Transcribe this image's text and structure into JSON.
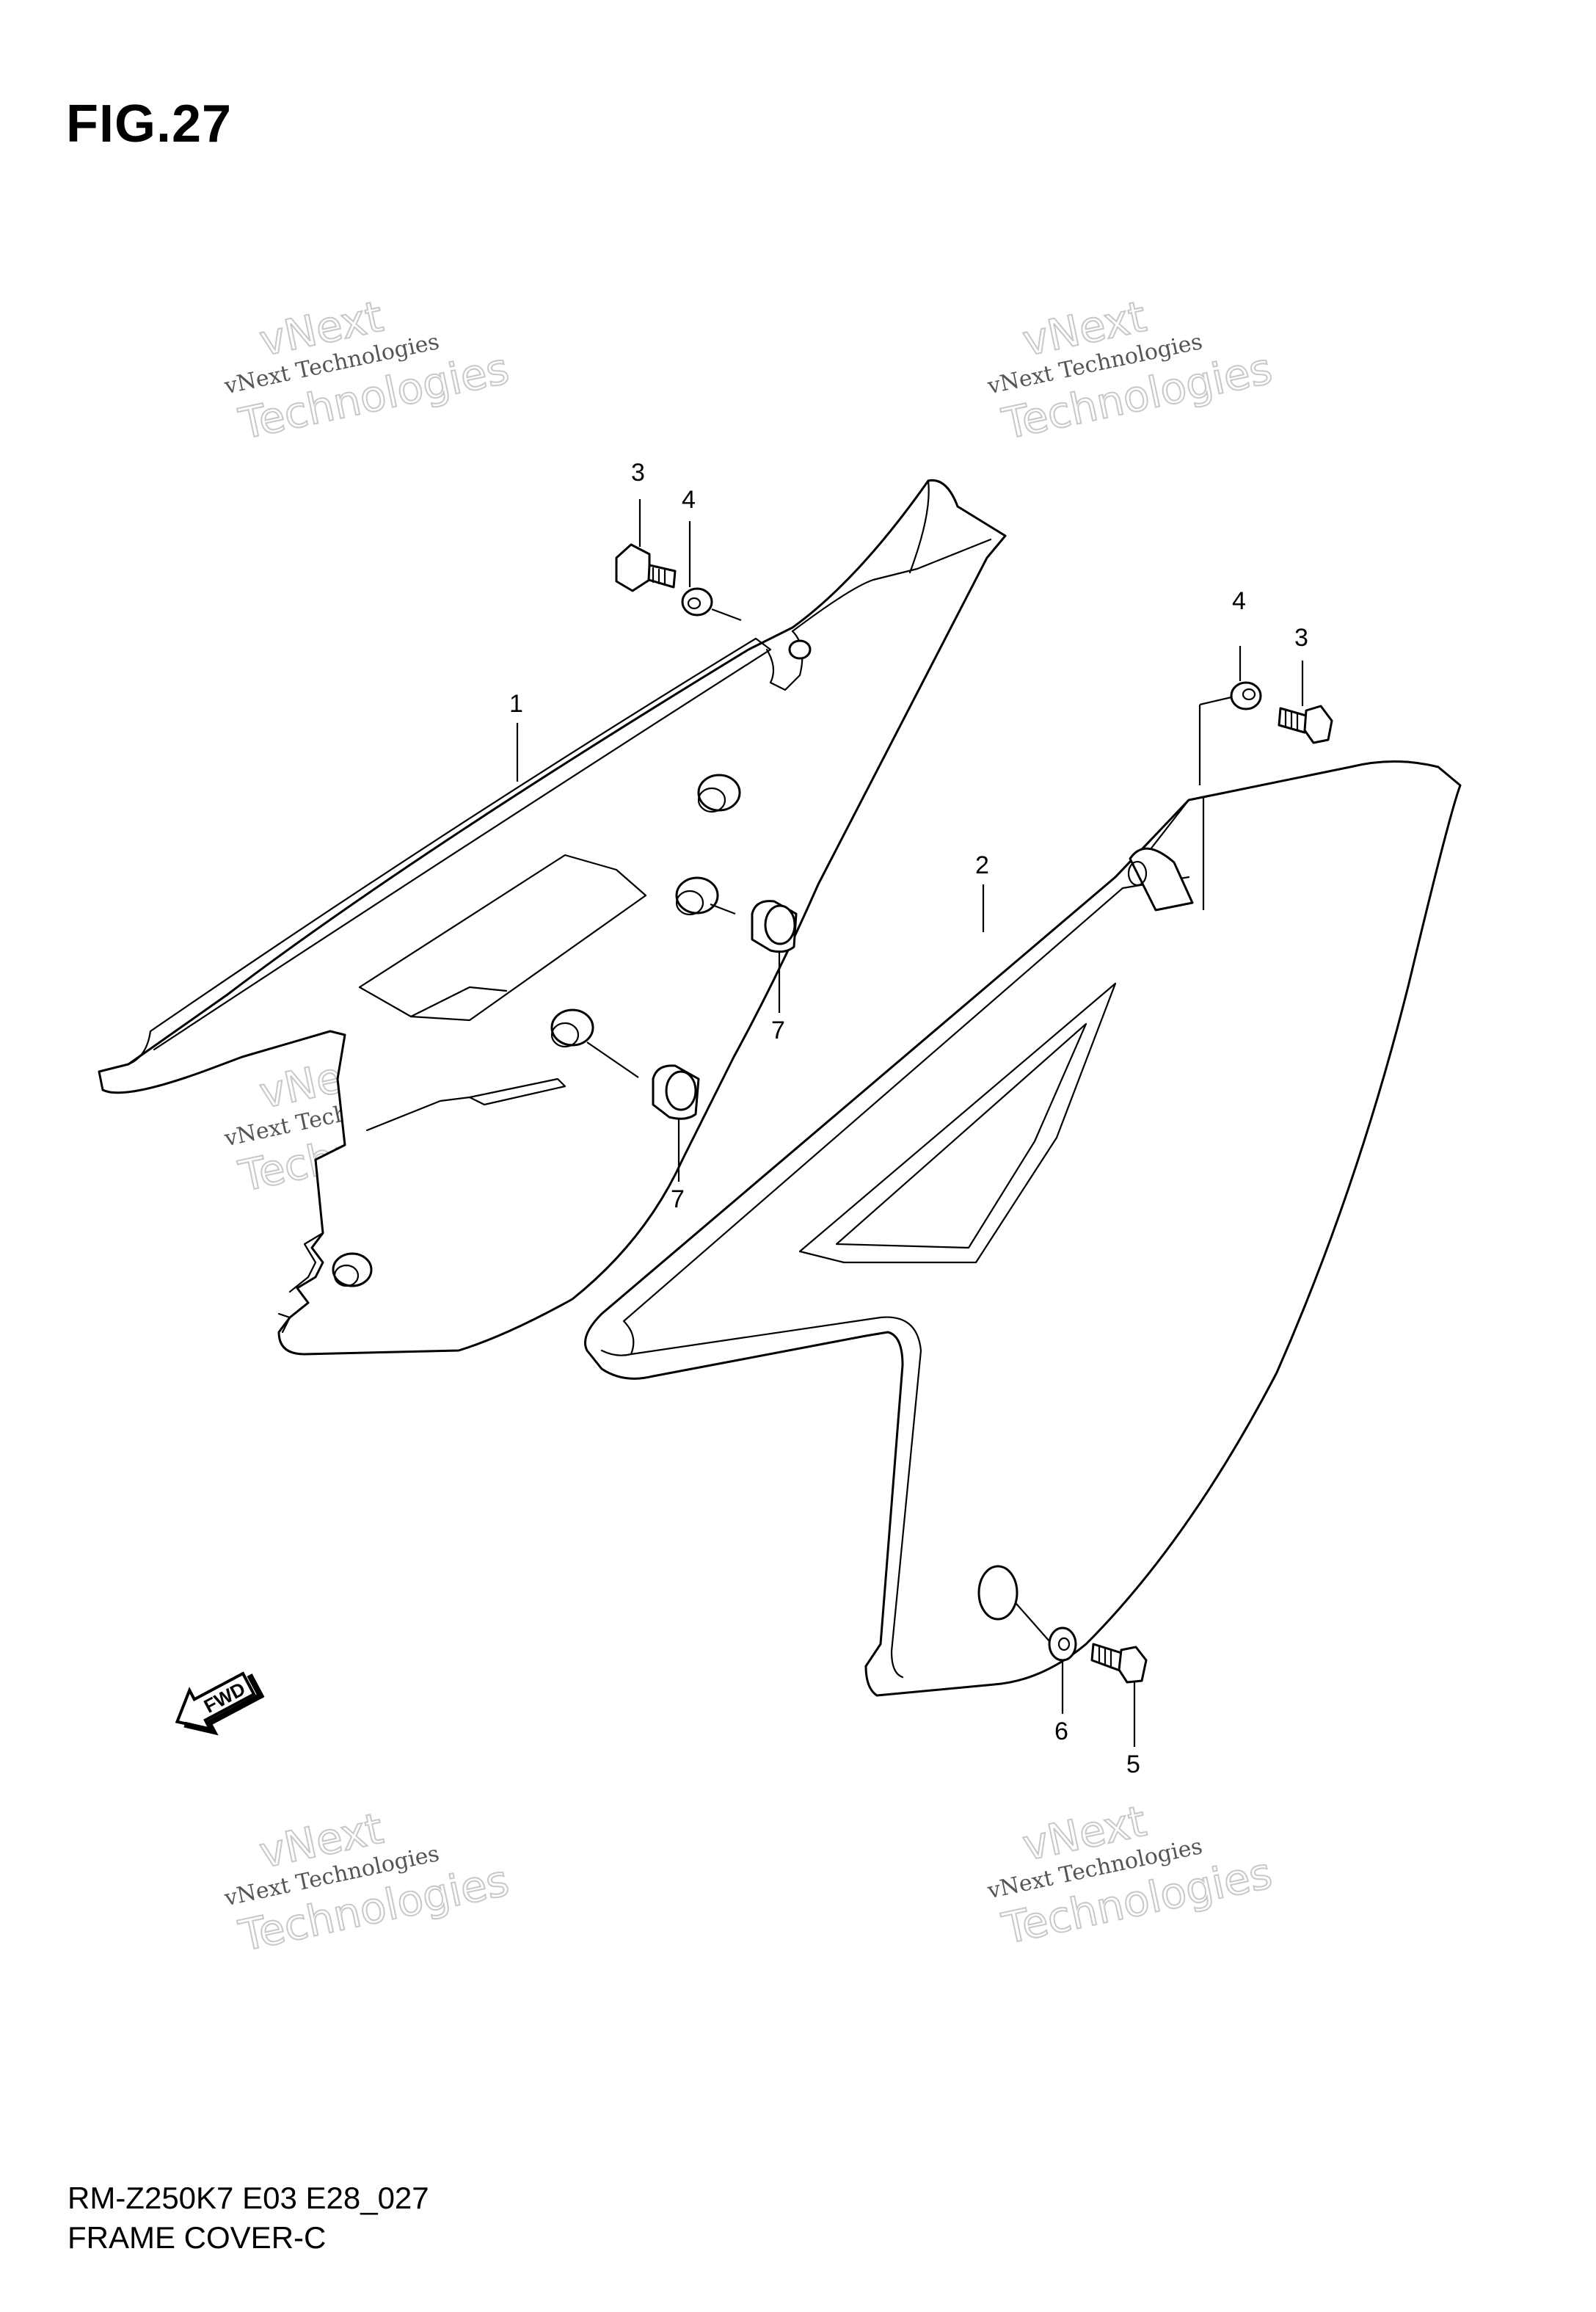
{
  "figure": {
    "title": "FIG.27"
  },
  "callouts": {
    "c1": "1",
    "c2": "2",
    "c3a": "3",
    "c3b": "3",
    "c4a": "4",
    "c4b": "4",
    "c5": "5",
    "c6": "6",
    "c7a": "7",
    "c7b": "7"
  },
  "fwd_arrow": {
    "label": "FWD"
  },
  "watermark": {
    "line_small": "vNext Technologies",
    "line_top": "vNext",
    "line_big": "Technologies"
  },
  "caption": {
    "model_code": "RM-Z250K7 E03 E28_027",
    "section_name": "FRAME COVER-C"
  }
}
